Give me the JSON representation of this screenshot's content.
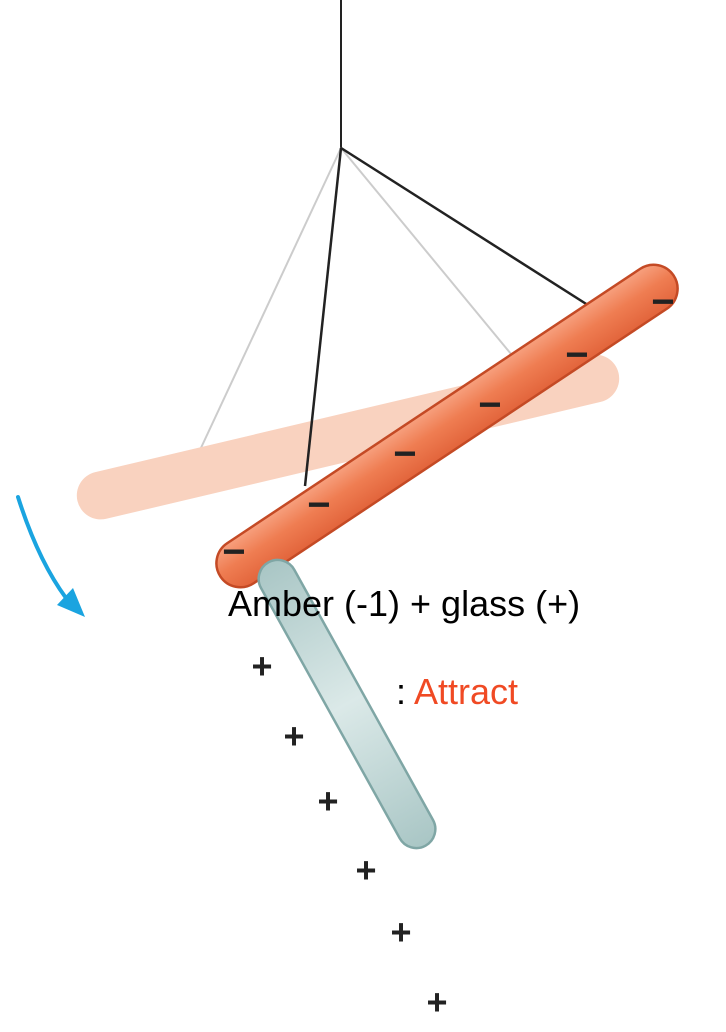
{
  "caption": {
    "line1": "Amber  (-1) + glass (+)",
    "line2_prefix": ": ",
    "line2_highlight": "Attract"
  },
  "amber_rod": {
    "charge_sign": "−",
    "charge_count": 6
  },
  "glass_rod": {
    "charge_sign": "+",
    "charge_count": 6
  },
  "colors": {
    "amber_fill": "#ef7d52",
    "amber_outline": "#c44a25",
    "amber_ghost": "#f9d2bf",
    "glass_fill": "#bcd4d3",
    "glass_outline": "#7fa6a5",
    "string_active": "#222222",
    "string_ghost": "#cccccc",
    "rotation_arrow": "#1aa4e0",
    "highlight_text": "#f04a24"
  }
}
